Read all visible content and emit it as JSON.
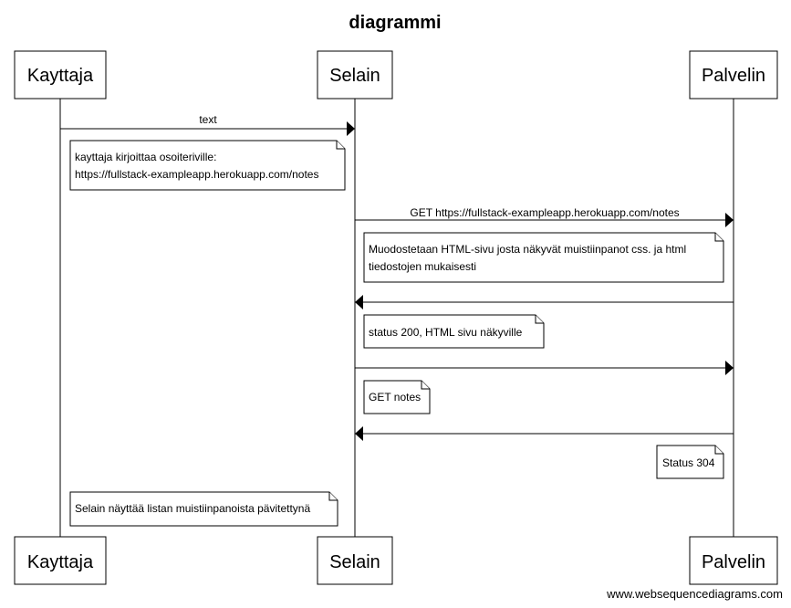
{
  "title": "diagrammi",
  "actors": [
    {
      "id": "kayttaja",
      "label": "Kayttaja"
    },
    {
      "id": "selain",
      "label": "Selain"
    },
    {
      "id": "palvelin",
      "label": "Palvelin"
    }
  ],
  "messages": [
    {
      "from": "kayttaja",
      "to": "selain",
      "label": "text"
    },
    {
      "from": "selain",
      "to": "palvelin",
      "label": "GET https://fullstack-exampleapp.herokuapp.com/notes"
    },
    {
      "from": "palvelin",
      "to": "selain",
      "label": ""
    },
    {
      "from": "selain",
      "to": "palvelin",
      "label": ""
    },
    {
      "from": "palvelin",
      "to": "selain",
      "label": ""
    }
  ],
  "notes": [
    {
      "anchor": "kayttaja",
      "lines": [
        "kayttaja kirjoittaa osoiteriville:",
        "https://fullstack-exampleapp.herokuapp.com/notes"
      ]
    },
    {
      "anchor": "selain",
      "lines": [
        "Muodostetaan HTML-sivu josta näkyvät muistiinpanot css. ja html",
        "tiedostojen mukaisesti"
      ]
    },
    {
      "anchor": "selain",
      "lines": [
        "status 200, HTML sivu näkyville"
      ]
    },
    {
      "anchor": "selain",
      "lines": [
        "GET notes"
      ]
    },
    {
      "anchor": "palvelin",
      "lines": [
        "Status 304"
      ]
    },
    {
      "anchor": "kayttaja",
      "lines": [
        "Selain näyttää listan muistiinpanoista pävitettynä"
      ]
    }
  ],
  "footer": "www.websequencediagrams.com"
}
